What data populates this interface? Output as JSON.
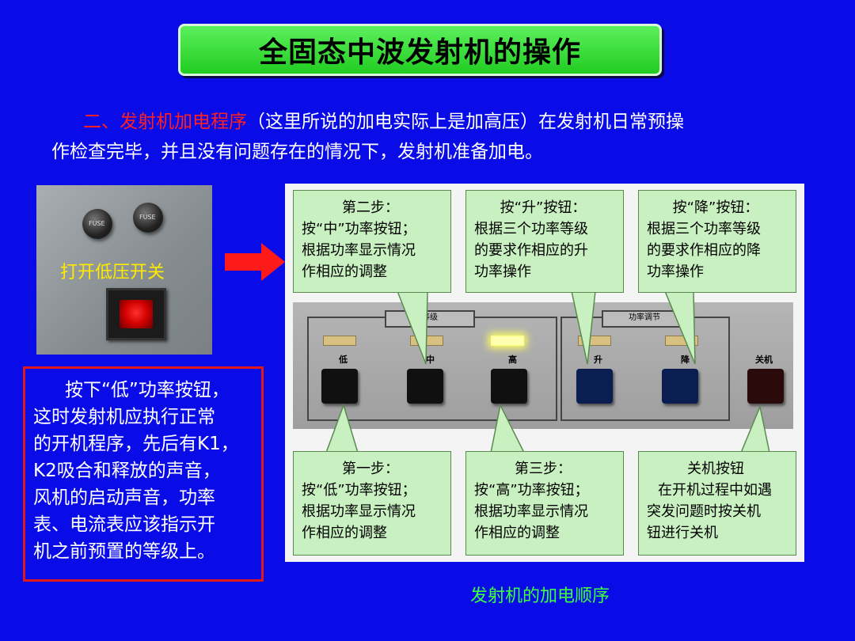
{
  "title": "全固态中波发射机的操作",
  "intro": {
    "heading": "二、发射机加电程序",
    "text1": "（这里所说的加电实际上是加高压）在发射机日常预操",
    "text2": "作检查完毕，并且没有问题存在的情况下，发射机准备加电。"
  },
  "photo": {
    "knob_left_text": "FUSE",
    "knob_right_text": "FUSE",
    "label": "打开低压开关"
  },
  "note": {
    "lines": [
      "按下“低”功率按钮，",
      "这时发射机应执行正常",
      "的开机程序，先后有K1，",
      "K2吸合和释放的声音，",
      "风机的启动声音，功率",
      "表、电流表应该指示开",
      "机之前预置的等级上。"
    ]
  },
  "panel": {
    "group1_tag": "等级",
    "group2_tag": "功率调节",
    "buttons": {
      "low": "低",
      "mid": "中",
      "high": "高",
      "up": "升",
      "down": "降",
      "off": "关机"
    }
  },
  "bubbles": {
    "step2": {
      "head": "第二步：",
      "lines": [
        "按“中”功率按钮；",
        "根据功率显示情况",
        "作相应的调整"
      ]
    },
    "up": {
      "head": "按“升”按钮：",
      "lines": [
        "根据三个功率等级",
        "的要求作相应的升",
        "功率操作"
      ]
    },
    "down": {
      "head": "按“降”按钮：",
      "lines": [
        "根据三个功率等级",
        "的要求作相应的降",
        "功率操作"
      ]
    },
    "step1": {
      "head": "第一步：",
      "lines": [
        "按“低”功率按钮；",
        "根据功率显示情况",
        "作相应的调整"
      ]
    },
    "step3": {
      "head": "第三步：",
      "lines": [
        "按“高”功率按钮；",
        "根据功率显示情况",
        "作相应的调整"
      ]
    },
    "off": {
      "head": "关机按钮",
      "lines": [
        "在开机过程中如遇",
        "突发问题时按关机",
        "钮进行关机"
      ]
    }
  },
  "caption": "发射机的加电顺序",
  "colors": {
    "background": "#0a0ce8",
    "title_bg": "#33dd33",
    "heading_red": "#ff2020",
    "label_yellow": "#ffeb00",
    "caption_green": "#3dff3d",
    "bubble_green": "#c8f0c0"
  }
}
